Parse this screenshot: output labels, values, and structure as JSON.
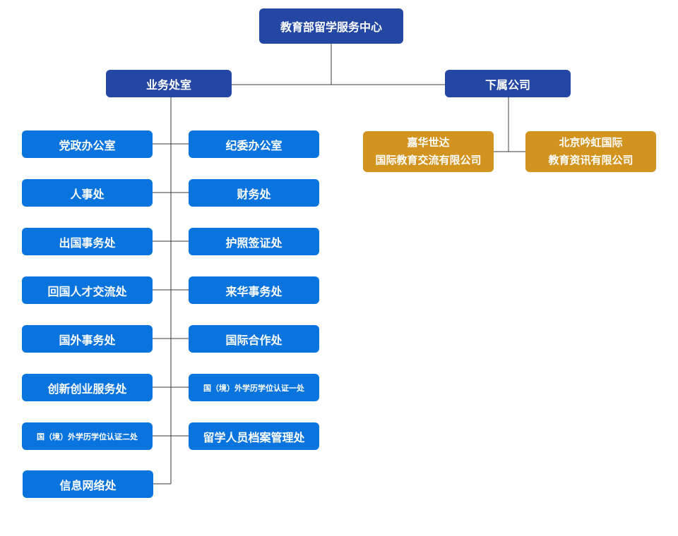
{
  "root": "教育部留学服务中心",
  "divisions": {
    "business": {
      "title": "业务处室",
      "left": [
        "党政办公室",
        "人事处",
        "出国事务处",
        "回国人才交流处",
        "国外事务处",
        "创新创业服务处",
        "国（境）外学历学位认证二处",
        "信息网络处"
      ],
      "right": [
        "纪委办公室",
        "财务处",
        "护照签证处",
        "来华事务处",
        "国际合作处",
        "国（境）外学历学位认证一处",
        "留学人员档案管理处"
      ]
    },
    "subsidiaries": {
      "title": "下属公司",
      "companies": [
        {
          "line1": "嘉华世达",
          "line2": "国际教育交流有限公司"
        },
        {
          "line1": "北京吟虹国际",
          "line2": "教育资讯有限公司"
        }
      ]
    }
  },
  "colors": {
    "root": "#2447a4",
    "division": "#2447a4",
    "department": "#0973de",
    "company": "#d3931f",
    "connector": "#3a3a3a"
  }
}
